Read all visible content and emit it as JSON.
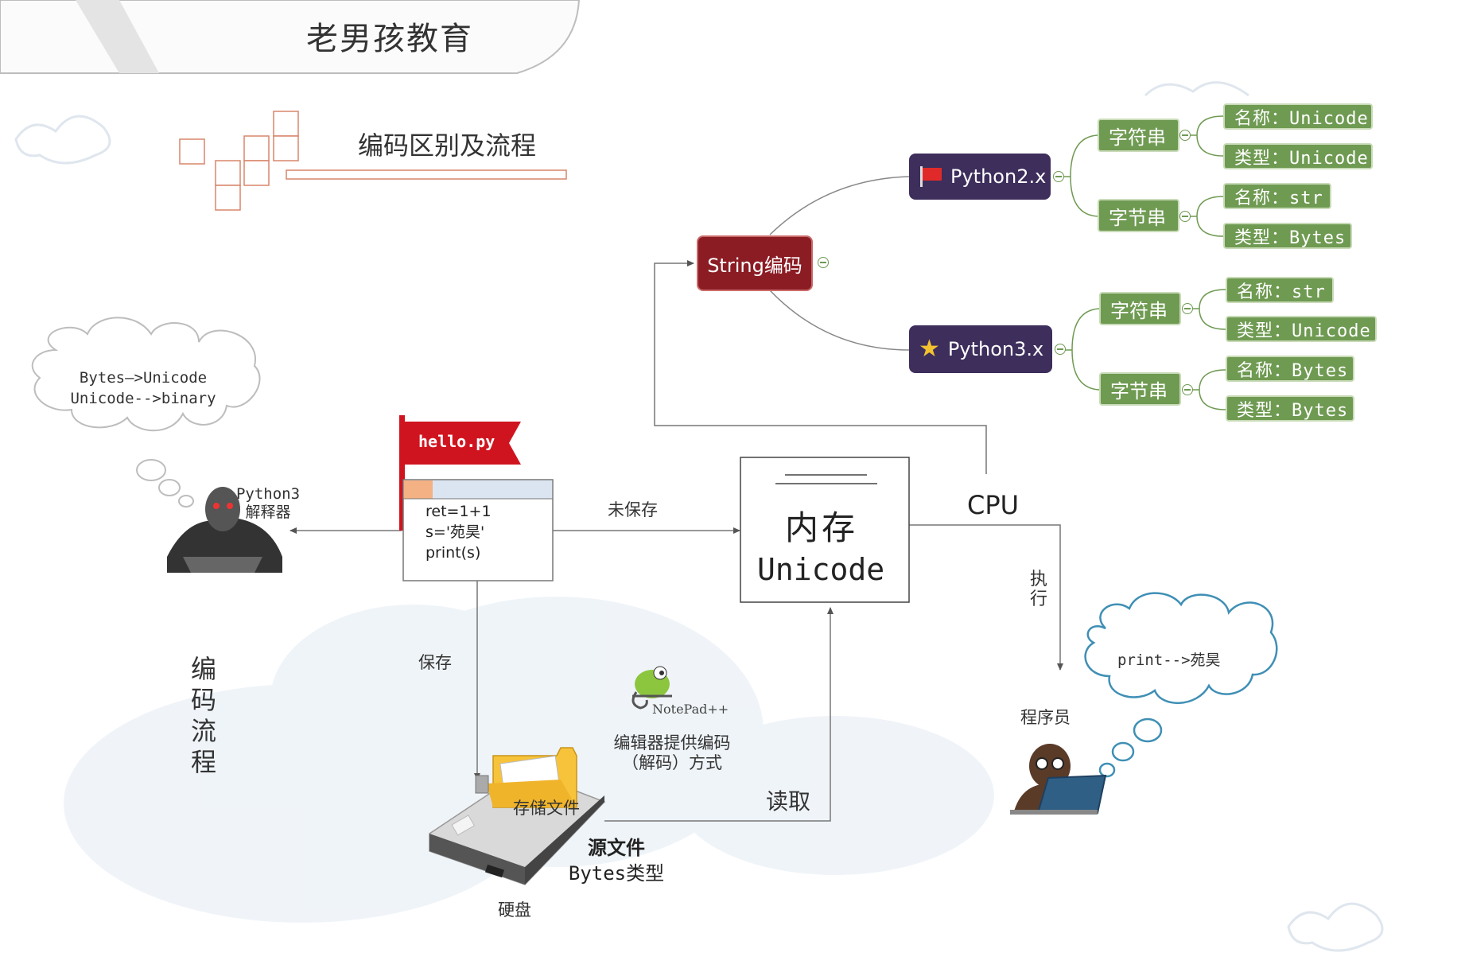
{
  "header": {
    "title": "老男孩教育"
  },
  "slide": {
    "title": "编码区别及流程",
    "side_title": [
      "编",
      "码",
      "流",
      "程"
    ]
  },
  "mindmap": {
    "root": "String编码",
    "python2": {
      "label": "Python2.x",
      "str_branch": {
        "label": "字符串",
        "name": "名称：Unicode",
        "type": "类型：Unicode"
      },
      "bytes_branch": {
        "label": "字节串",
        "name": "名称：str",
        "type": "类型：Bytes"
      }
    },
    "python3": {
      "label": "Python3.x",
      "str_branch": {
        "label": "字符串",
        "name": "名称：str",
        "type": "类型：Unicode"
      },
      "bytes_branch": {
        "label": "字节串",
        "name": "名称：Bytes",
        "type": "类型：Bytes"
      }
    }
  },
  "flow": {
    "interpreter_thought": [
      "Bytes—>Unicode",
      "Unicode-->binary"
    ],
    "interpreter_label": [
      "Python3",
      "解释器"
    ],
    "file_flag": "hello.py",
    "code_lines": [
      "ret=1+1",
      "s='苑昊'",
      "print(s)"
    ],
    "unsaved_label": "未保存",
    "saved_label": "保存",
    "memory_title": "内存",
    "memory_sub": "Unicode",
    "cpu_label": "CPU",
    "execute_label": [
      "执",
      "行"
    ],
    "programmer_thought": "print-->苑昊",
    "programmer_label": "程序员",
    "notepad_label": "NotePad++",
    "editor_note": [
      "编辑器提供编码",
      "（解码）方式"
    ],
    "storage_label": "存储文件",
    "read_label": "读取",
    "source_label": [
      "源文件",
      "Bytes类型"
    ],
    "disk_label": "硬盘"
  },
  "colors": {
    "node_green": "#6f9a52",
    "node_purple": "#3d2e5c",
    "root_red": "#8b1c24",
    "flag_red": "#d0141f",
    "bubble_blue": "#3f8fb5"
  }
}
